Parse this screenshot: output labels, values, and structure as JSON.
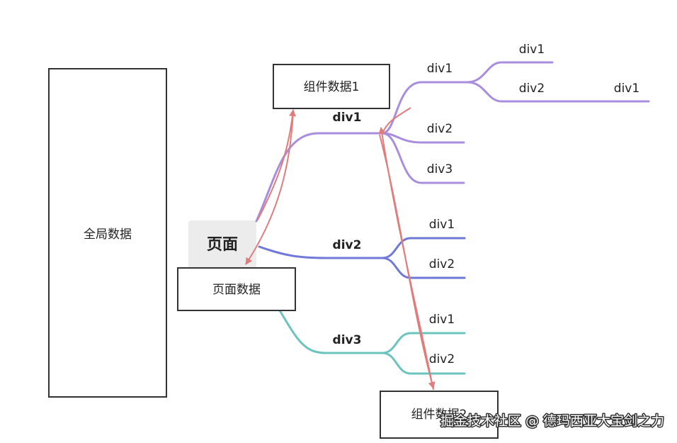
{
  "boxes": {
    "global_data": "全局数据",
    "component_data_1": "组件数据1",
    "page_data": "页面数据",
    "component_data_2": "组件数据2"
  },
  "root": {
    "label": "页面"
  },
  "branches": {
    "div1": {
      "label": "div1",
      "children": [
        "div1",
        "div2",
        "div3"
      ],
      "grandchildren": [
        "div1",
        "div2"
      ],
      "great_grandchild": "div1"
    },
    "div2": {
      "label": "div2",
      "children": [
        "div1",
        "div2"
      ]
    },
    "div3": {
      "label": "div3",
      "children": [
        "div1",
        "div2"
      ]
    }
  },
  "watermark": "掘金技术社区 @ 德玛西亚大宝剑之力",
  "colors": {
    "branch1": "#a98ede",
    "branch2": "#7078d8",
    "branch3": "#6cc4be",
    "arrow": "#e07c7c",
    "box_border": "#333333",
    "root_bg": "#ececec"
  }
}
